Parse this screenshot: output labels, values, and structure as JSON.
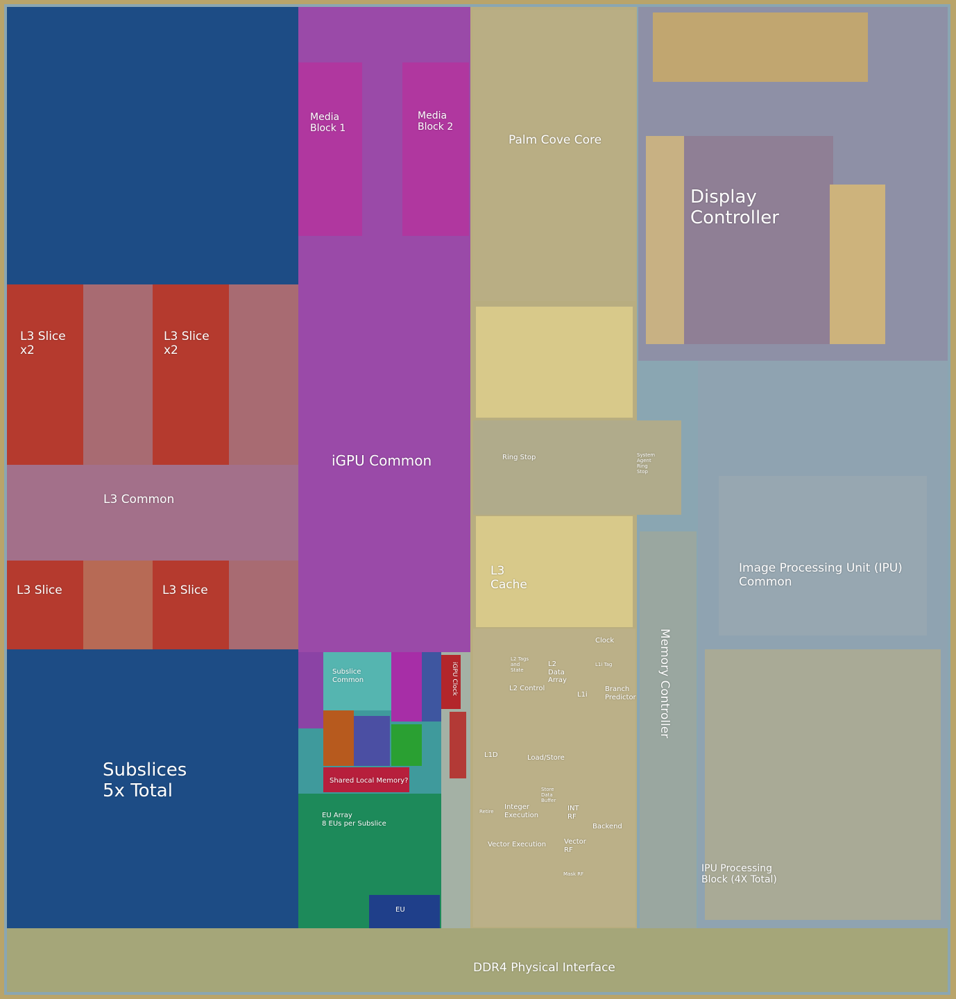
{
  "colors": {
    "subslice_blue": "#1d4c85",
    "l3_slice_red": "#b53a2e",
    "l3_common": "#a36f86",
    "igpu_purple": "#9a4aa8",
    "media_magenta": "#b03aa6",
    "cpu_tan": "#bfb07a",
    "sram_yellow": "#d8c98a",
    "display_slate": "#8e8fa8",
    "ipu_slate": "#8ea0ae",
    "eu_green": "#1d8a5a",
    "ddr4_tan": "#a5a679"
  },
  "labels": {
    "media_block_1": "Media\nBlock 1",
    "media_block_2": "Media\nBlock 2",
    "palm_cove_core": "Palm Cove Core",
    "display_controller": "Display\nController",
    "l3_slice_x2_left": "L3 Slice\nx2",
    "l3_slice_x2_right": "L3 Slice\nx2",
    "igpu_common": "iGPU Common",
    "l3_common": "L3 Common",
    "ring_stop": "Ring Stop",
    "system_agent_ring_stop": "System\nAgent\nRing\nStop",
    "l3_cache": "L3\nCache",
    "ipu_common": "Image Processing Unit (IPU)\nCommon",
    "l3_slice_left": "L3 Slice",
    "l3_slice_right": "L3 Slice",
    "clock": "Clock",
    "memory_controller": "Memory Controller",
    "subslice_common": "Subslice\nCommon",
    "igpu_clock": "iGPU Clock",
    "l2_tags": "L2 Tags\nand\nState",
    "l2_data_array": "L2\nData\nArray",
    "l1i_tag": "L1i Tag",
    "l2_control": "L2 Control",
    "l1i": "L1i",
    "branch_predictor": "Branch\nPredictor",
    "l1d": "L1D",
    "load_store": "Load/Store",
    "shared_local_memory": "Shared Local Memory?",
    "subslices_total": "Subslices\n5x Total",
    "store_data_buffer": "Store\nData\nBuffer",
    "retire": "Retire",
    "integer_execution": "Integer\nExecution",
    "int_rf": "INT\nRF",
    "eu_array": "EU Array\n8 EUs per Subslice",
    "backend": "Backend",
    "vector_execution": "Vector Execution",
    "vector_rf": "Vector\nRF",
    "mask_rf": "Mask RF",
    "ipu_processing_block": "IPU Processing\nBlock (4X Total)",
    "eu": "EU",
    "ddr4_interface": "DDR4 Physical Interface"
  }
}
